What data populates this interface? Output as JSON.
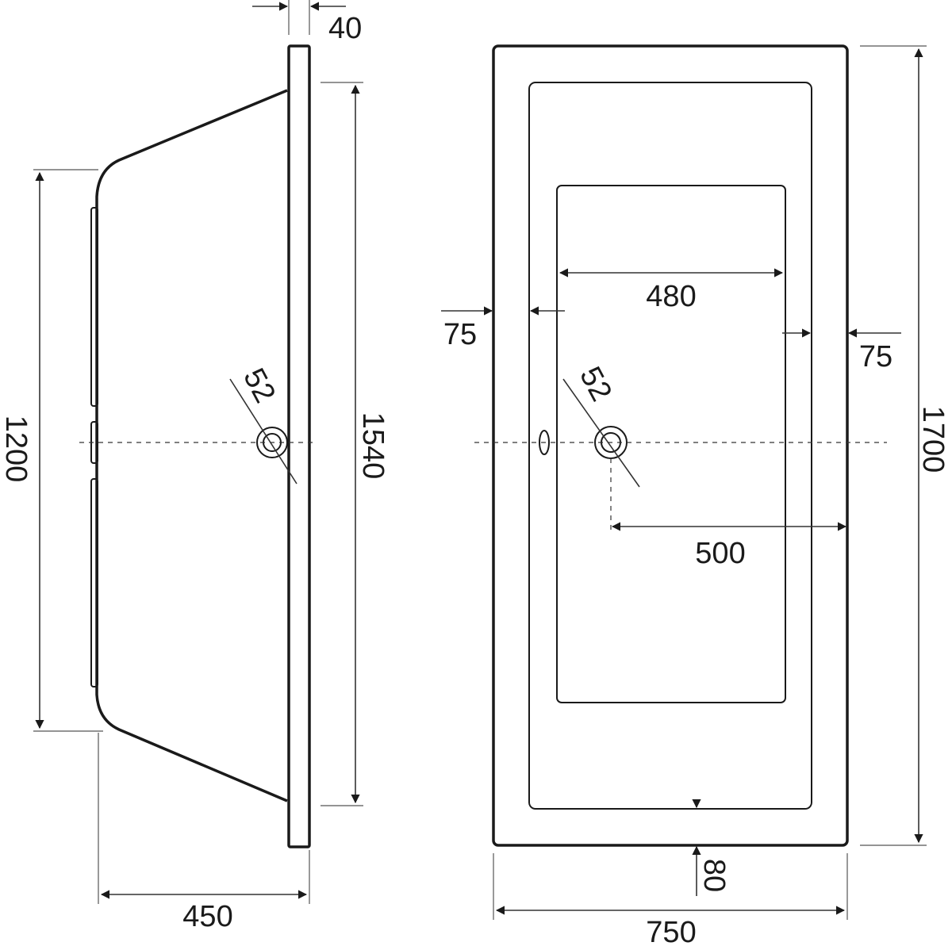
{
  "drawing": {
    "side_view": {
      "dimensions": {
        "rim_thickness": "40",
        "bottom_length": "1200",
        "inner_length": "1540",
        "depth": "450",
        "drain_diameter": "52"
      }
    },
    "top_view": {
      "dimensions": {
        "outer_length": "1700",
        "outer_width": "750",
        "floor_width": "480",
        "rim_left": "75",
        "rim_right": "75",
        "rim_bottom": "80",
        "drain_offset": "500",
        "drain_diameter": "52"
      }
    }
  }
}
